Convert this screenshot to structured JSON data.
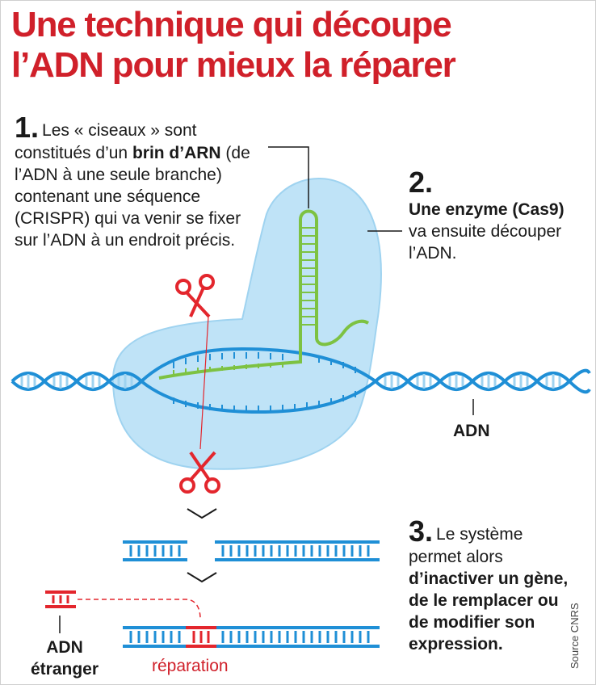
{
  "title": {
    "line1": "Une technique qui découpe",
    "line2": "l’ADN pour mieux la réparer"
  },
  "step1": {
    "number": "1.",
    "text_a": "Les « ciseaux » sont constitués d’un ",
    "text_bold": "brin d’ARN",
    "text_b": " (de l’ADN à une seule branche) contenant une séquence (CRISPR) qui va venir se fixer sur l’ADN à un endroit précis."
  },
  "step2": {
    "number": "2.",
    "text_bold": "Une enzyme (Cas9)",
    "text": " va ensuite découper l’ADN."
  },
  "step3": {
    "number": "3.",
    "text_a": "Le système permet alors ",
    "text_bold": "d’inactiver un gène, de le remplacer ou de modifier son expression."
  },
  "labels": {
    "adn": "ADN",
    "adn_etranger": "ADN étranger",
    "reparation": "réparation"
  },
  "source": "Source CNRS",
  "colors": {
    "title_red": "#d0202a",
    "dna_blue": "#1f8fd6",
    "dna_light": "#9fd3f0",
    "enzyme_fill": "#bfe3f7",
    "rna_green": "#7dc242",
    "scissor_red": "#e3262d"
  },
  "icons": [
    "scissors-icon",
    "chevron-down-icon"
  ]
}
